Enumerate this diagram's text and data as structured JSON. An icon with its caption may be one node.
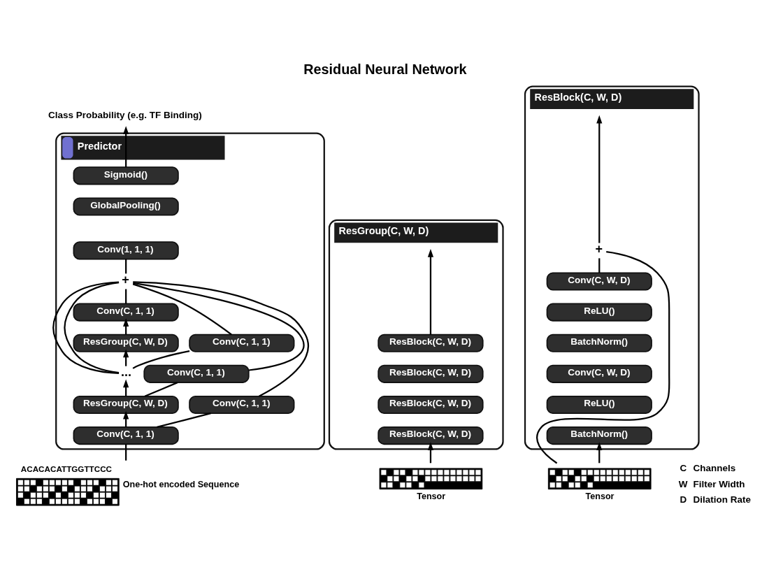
{
  "diagram": {
    "title": "Residual Neural Network",
    "nodes": [
      {
        "text": [
          "Predictor"
        ]
      },
      {
        "text": [
          "Sigmoid()"
        ],
        "in": 0
      },
      {
        "text": [
          "GlobalPooling()"
        ],
        "in": 0
      },
      {
        "text": [
          "Conv(1, 1, 1)"
        ],
        "in": 0
      },
      {
        "text": [
          "+"
        ],
        "in": 0
      },
      {
        "text": [
          "Conv(C, 1, 1)"
        ],
        "in": 0
      },
      {
        "text": [
          "ResGroup(C, W, D)"
        ],
        "in": 0
      },
      {
        "text": [
          "Conv(C, 1, 1)"
        ],
        "in": 0
      },
      {
        "text": [
          "..."
        ],
        "in": 0
      },
      {
        "text": [
          "Conv(C, 1, 1)"
        ],
        "in": 0
      },
      {
        "text": [
          "ResGroup(C, W, D)"
        ],
        "in": 0
      },
      {
        "text": [
          "Conv(C, 1, 1)"
        ],
        "in": 0
      },
      {
        "text": [
          "Conv(C, 1, 1)"
        ],
        "in": 0
      },
      {
        "text": [
          "ACACACATTGGTTCCC"
        ],
        "beside": [
          "One-hot encoded Sequence"
        ]
      },
      {
        "text": [
          "Class Probability (e.g. TF Binding)"
        ]
      },
      {
        "text": [
          "ResGroup(C, W, D)"
        ]
      },
      {
        "text": [
          "ResBlock(C, W, D)"
        ],
        "in": 15
      },
      {
        "text": [
          "ResBlock(C, W, D)"
        ],
        "in": 15
      },
      {
        "text": [
          "ResBlock(C, W, D)"
        ],
        "in": 15
      },
      {
        "text": [
          "ResBlock(C, W, D)"
        ],
        "in": 15
      },
      {
        "text": [],
        "shape": "grid",
        "beside": [
          "Tensor"
        ]
      },
      {
        "text": [
          "ResBlock(C, W, D)"
        ]
      },
      {
        "text": [
          "+"
        ],
        "in": 21
      },
      {
        "text": [
          "Conv(C, W, D)"
        ],
        "in": 21
      },
      {
        "text": [
          "ReLU()"
        ],
        "in": 21
      },
      {
        "text": [
          "BatchNorm()"
        ],
        "in": 21
      },
      {
        "text": [
          "Conv(C, W, D)"
        ],
        "in": 21
      },
      {
        "text": [
          "ReLU()"
        ],
        "in": 21
      },
      {
        "text": [
          "BatchNorm()"
        ],
        "in": 21
      },
      {
        "text": [],
        "shape": "grid",
        "beside": [
          "Tensor"
        ]
      }
    ],
    "edges": [
      {
        "from": 13,
        "to": 12,
        "arrow": "none"
      },
      {
        "from": 12,
        "to": 10,
        "arrow": "to"
      },
      {
        "from": 12,
        "to": 11,
        "arrow": "none"
      },
      {
        "from": 10,
        "to": 8,
        "arrow": "to"
      },
      {
        "from": 10,
        "to": 9,
        "arrow": "none"
      },
      {
        "from": 8,
        "to": 6,
        "arrow": "to"
      },
      {
        "from": 8,
        "to": 7,
        "arrow": "none"
      },
      {
        "from": 6,
        "to": 5,
        "arrow": "to"
      },
      {
        "from": 5,
        "to": 4,
        "arrow": "none"
      },
      {
        "from": 4,
        "to": 3,
        "arrow": "none"
      },
      {
        "from": 1,
        "to": 14,
        "arrow": "to"
      },
      {
        "from": 7,
        "to": 4,
        "arrow": "none"
      },
      {
        "from": 8,
        "to": 4,
        "arrow": "none"
      },
      {
        "from": 8,
        "to": 4,
        "arrow": "none"
      },
      {
        "from": 9,
        "to": 4,
        "arrow": "none"
      },
      {
        "from": 11,
        "to": 4,
        "arrow": "none"
      },
      {
        "from": 20,
        "to": 19,
        "arrow": "to"
      },
      {
        "from": 16,
        "to": null,
        "arrow": "to"
      },
      {
        "from": 29,
        "to": 28,
        "arrow": "to"
      },
      {
        "from": 29,
        "to": 22,
        "arrow": "none"
      },
      {
        "from": 23,
        "to": 22,
        "arrow": "none"
      },
      {
        "from": 22,
        "to": null,
        "arrow": "to"
      }
    ],
    "labels": [
      "C",
      "Channels",
      "W",
      "Filter Width",
      "D",
      "Dilation Rate"
    ]
  }
}
